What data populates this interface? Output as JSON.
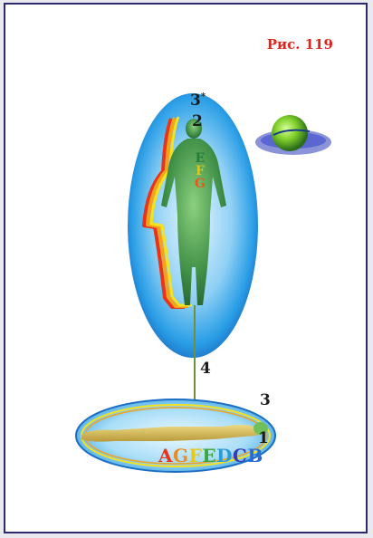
{
  "figure_label": "Рис. 119",
  "labels": {
    "three_star": "3",
    "star": "*",
    "two": "2",
    "four": "4",
    "three": "3",
    "one": "1"
  },
  "upper_letters": [
    {
      "text": "E",
      "color": "#2a7a3a"
    },
    {
      "text": "F",
      "color": "#d8c51a"
    },
    {
      "text": "G",
      "color": "#e55a1a"
    }
  ],
  "lower_letters": [
    {
      "text": "A",
      "color": "#e8341c"
    },
    {
      "text": "G",
      "color": "#f08a1c"
    },
    {
      "text": "F",
      "color": "#e6c81a"
    },
    {
      "text": "E",
      "color": "#3aa63a"
    },
    {
      "text": "D",
      "color": "#2a9ad8"
    },
    {
      "text": "C",
      "color": "#3a3ab8"
    },
    {
      "text": "B",
      "color": "#2a6ad8"
    }
  ],
  "colors": {
    "aura_blue": "#2aa0e8",
    "aura_light": "#bfe6fa",
    "body_green": "#4a9a4a",
    "page_border": "#2e2a6e",
    "fig_label": "#e0241b"
  }
}
